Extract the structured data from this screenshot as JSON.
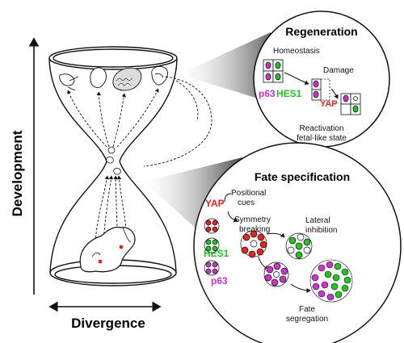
{
  "axes": {
    "vertical": "Development",
    "horizontal": "Divergence"
  },
  "regeneration": {
    "title": "Regeneration",
    "homeostasis": "Homeostasis",
    "damage": "Damage",
    "p63": "p63",
    "hes1": "HES1",
    "yap": "YAP",
    "reactivation_line1": "Reactivation",
    "reactivation_line2": "fetal-like state"
  },
  "fate": {
    "title": "Fate specification",
    "positional_line1": "Positional",
    "positional_line2": "cues",
    "yap": "YAP",
    "symmetry_line1": "Symmetry",
    "symmetry_line2": "breaking",
    "lateral_line1": "Lateral",
    "lateral_line2": "inhibition",
    "hes1": "HES1",
    "p63": "p63",
    "segregation_line1": "Fate",
    "segregation_line2": "segregation"
  },
  "colors": {
    "yap_red": "#e8231f",
    "hes1_green": "#1fc41f",
    "p63_magenta": "#cc33cc",
    "shade": "#6b6b6b"
  }
}
